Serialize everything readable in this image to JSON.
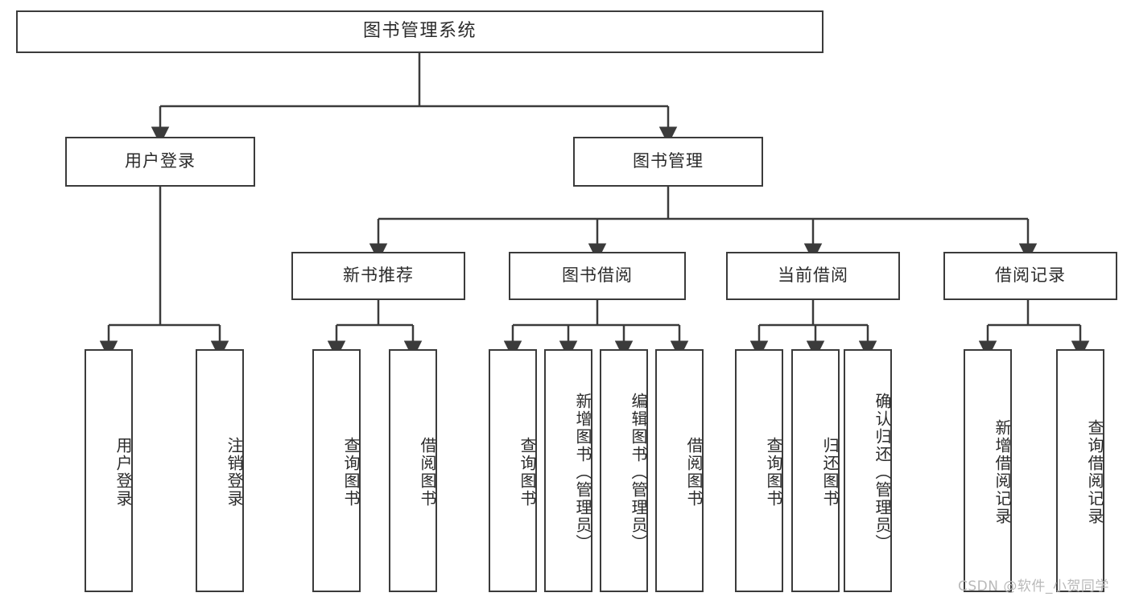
{
  "diagram": {
    "title": "图书管理系统",
    "type": "tree",
    "accent_border": "#3b3b3b",
    "text_color": "#2b2b2b",
    "background": "#ffffff",
    "watermark": "CSDN @软件_小贺同学"
  },
  "nodes": {
    "root": {
      "label": "图书管理系统"
    },
    "level2": [
      {
        "id": "user-login",
        "label": "用户登录"
      },
      {
        "id": "book-manage",
        "label": "图书管理"
      }
    ],
    "level3": [
      {
        "id": "new-book-recommend",
        "label": "新书推荐"
      },
      {
        "id": "book-borrow",
        "label": "图书借阅"
      },
      {
        "id": "current-borrow",
        "label": "当前借阅"
      },
      {
        "id": "borrow-record",
        "label": "借阅记录"
      }
    ],
    "leaves": {
      "user-login": [
        {
          "id": "leaf-user-login",
          "label": "用户登录"
        },
        {
          "id": "leaf-logout-login",
          "label": "注销登录"
        }
      ],
      "new-book-recommend": [
        {
          "id": "leaf-query-book-1",
          "label": "查询图书"
        },
        {
          "id": "leaf-borrow-book-1",
          "label": "借阅图书"
        }
      ],
      "book-borrow": [
        {
          "id": "leaf-query-book-2",
          "label": "查询图书"
        },
        {
          "id": "leaf-add-book",
          "label": "新增图书（管理员）"
        },
        {
          "id": "leaf-edit-book",
          "label": "编辑图书（管理员）"
        },
        {
          "id": "leaf-borrow-book-2",
          "label": "借阅图书"
        }
      ],
      "current-borrow": [
        {
          "id": "leaf-query-book-3",
          "label": "查询图书"
        },
        {
          "id": "leaf-return-book",
          "label": "归还图书"
        },
        {
          "id": "leaf-confirm-return",
          "label": "确认归还（管理员）"
        }
      ],
      "borrow-record": [
        {
          "id": "leaf-add-record",
          "label": "新增借阅记录"
        },
        {
          "id": "leaf-query-record",
          "label": "查询借阅记录"
        }
      ]
    }
  }
}
